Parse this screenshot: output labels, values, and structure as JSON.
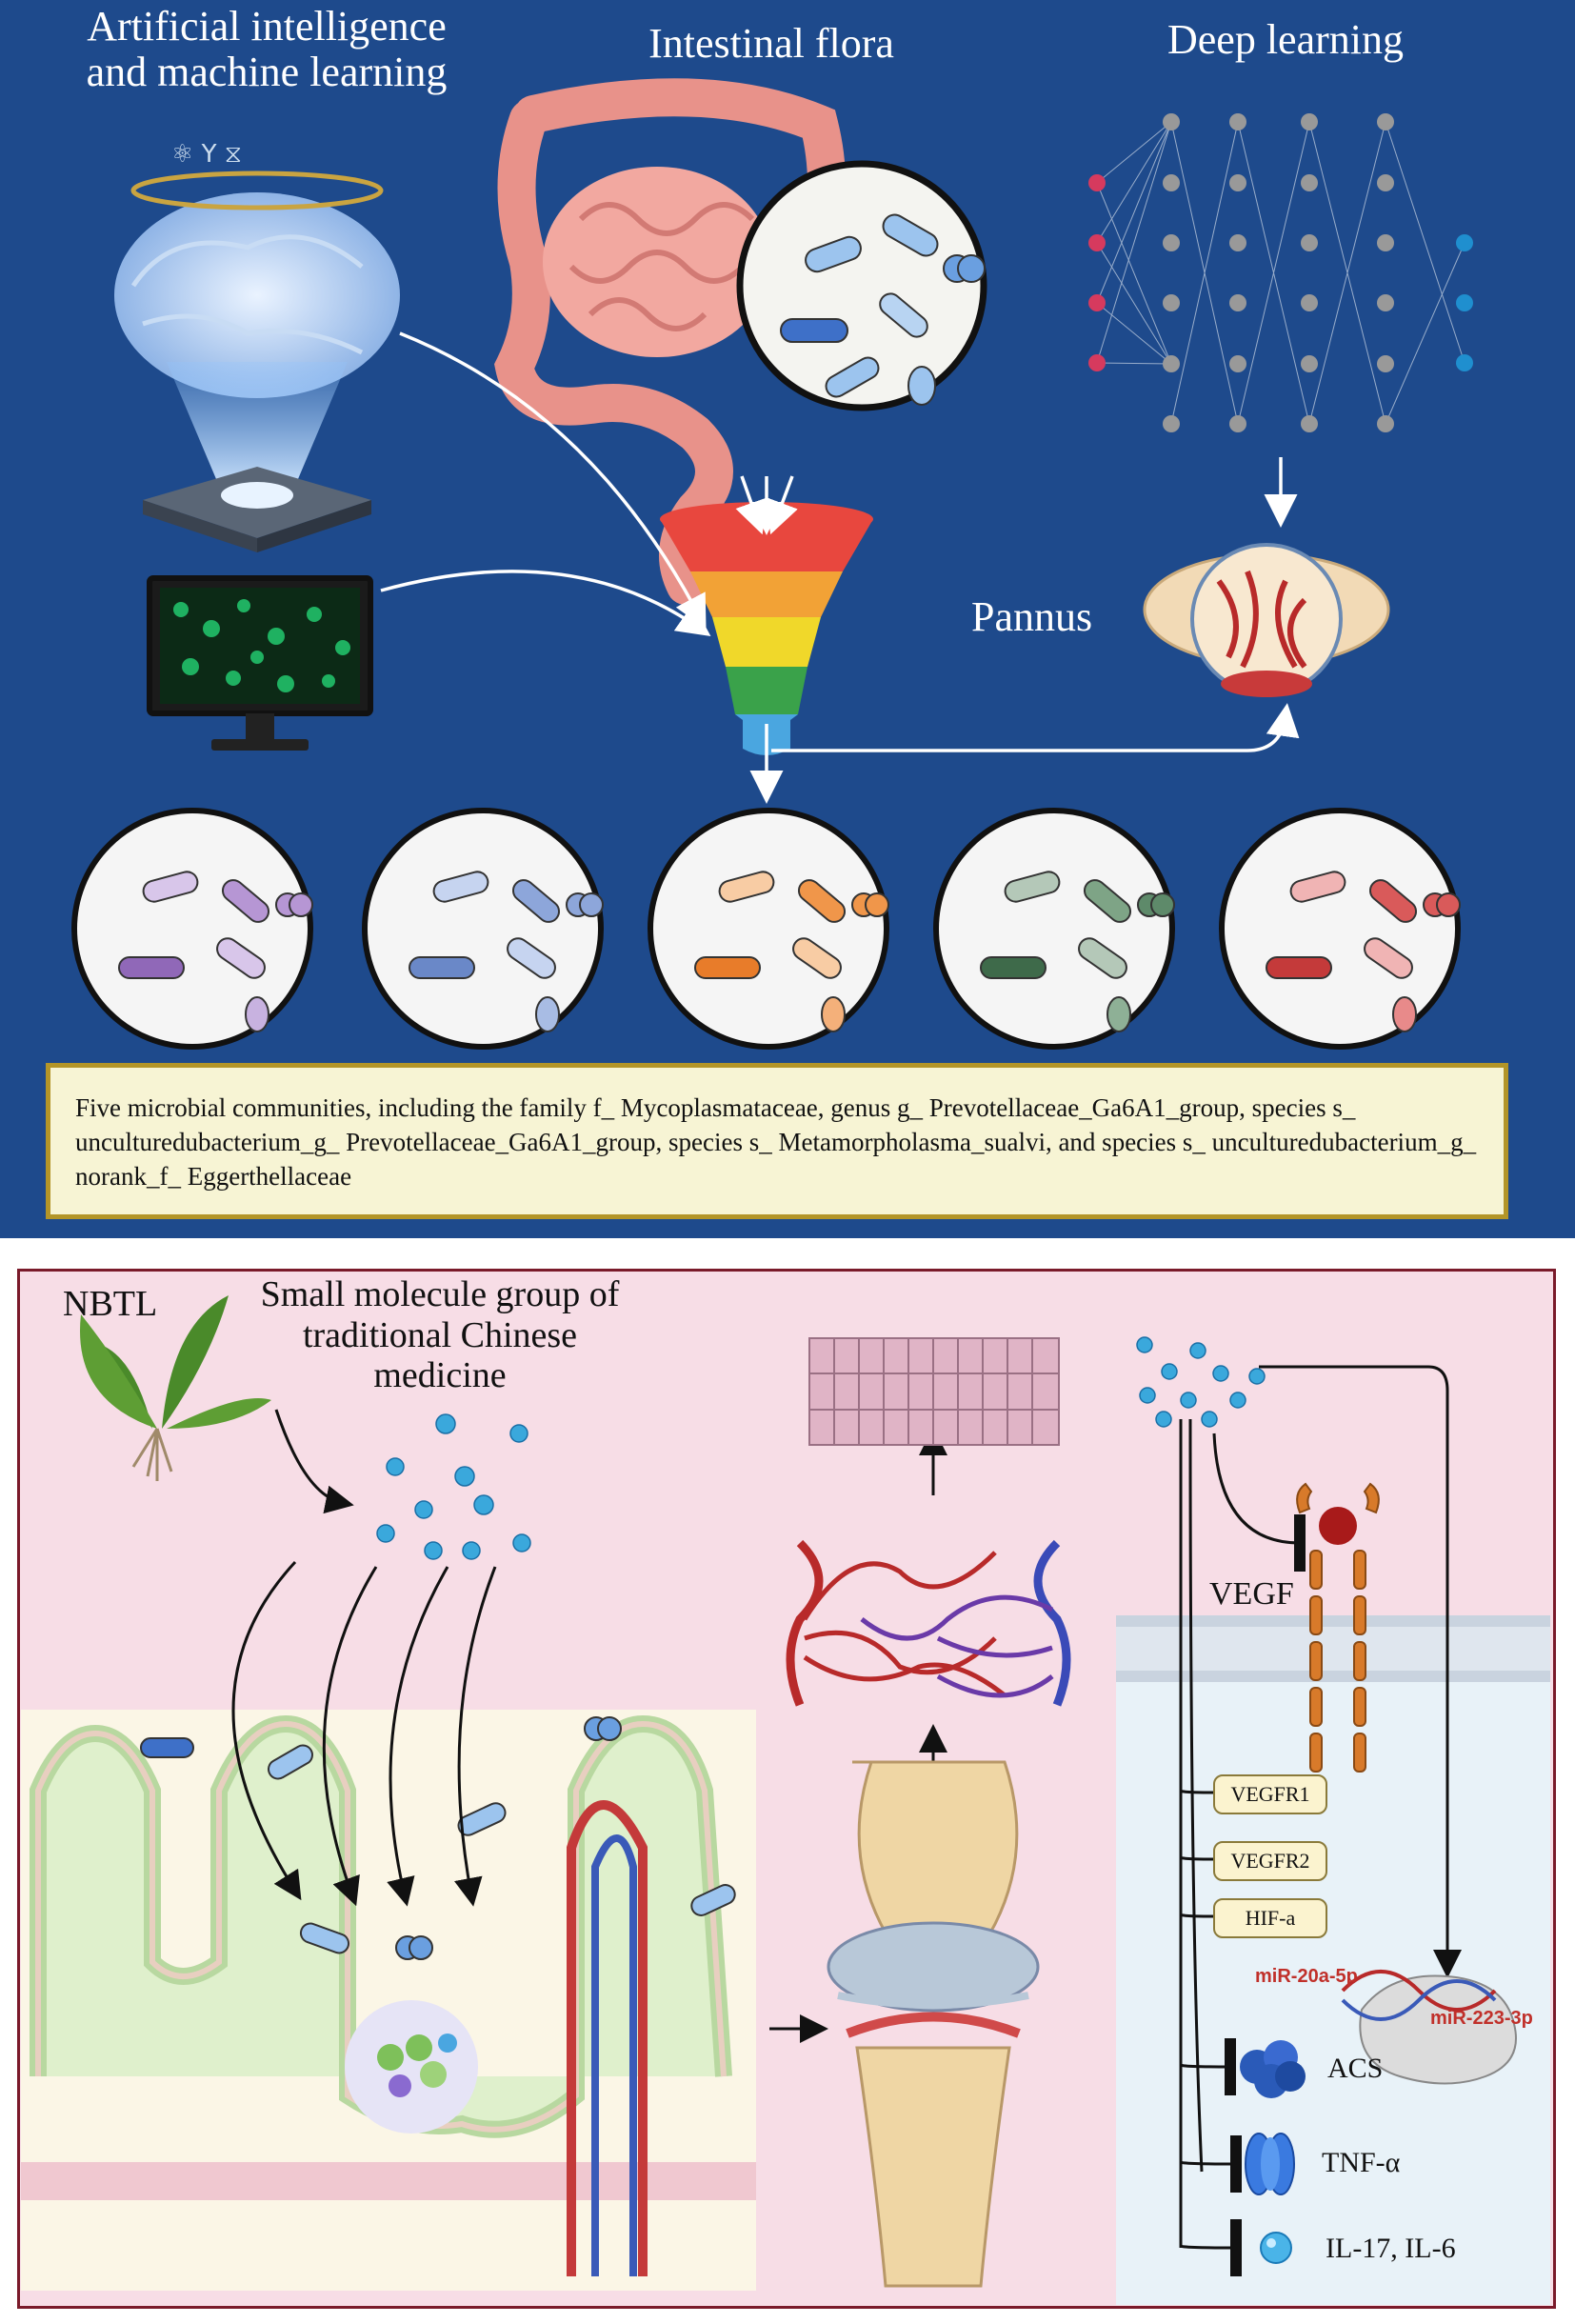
{
  "top": {
    "ai_label": "Artificial intelligence\nand machine learning",
    "flora_label": "Intestinal flora",
    "dl_label": "Deep learning",
    "pannus_label": "Pannus",
    "findings": "Five microbial communities, including the family f_ Mycoplasmataceae, genus g_ Prevotellaceae_Ga6A1_group, species s_ unculturedubacterium_g_ Prevotellaceae_Ga6A1_group, species s_ Metamorpholasma_sualvi, and species s_ unculturedubacterium_g_ norank_f_ Eggerthellaceae"
  },
  "bottom": {
    "plant_label": "NBTL",
    "molecules_label": "Small molecule group of\ntraditional Chinese\nmedicine",
    "vegf_label": "VEGF",
    "targets": [
      "VEGFR1",
      "VEGFR2",
      "HIF-a"
    ],
    "mirna": [
      "miR-20a-5p",
      "miR-223-3p"
    ],
    "outputs": [
      "ACS",
      "TNF-α",
      "IL-17, IL-6"
    ]
  },
  "colors": {
    "top_background": "#1e4a8c",
    "bottom_background": "#f7dde6",
    "findings_border": "#b39528",
    "community_tints": [
      "#b696d4",
      "#8da6da",
      "#f0964a",
      "#5e8a6a",
      "#d95a5a"
    ]
  }
}
